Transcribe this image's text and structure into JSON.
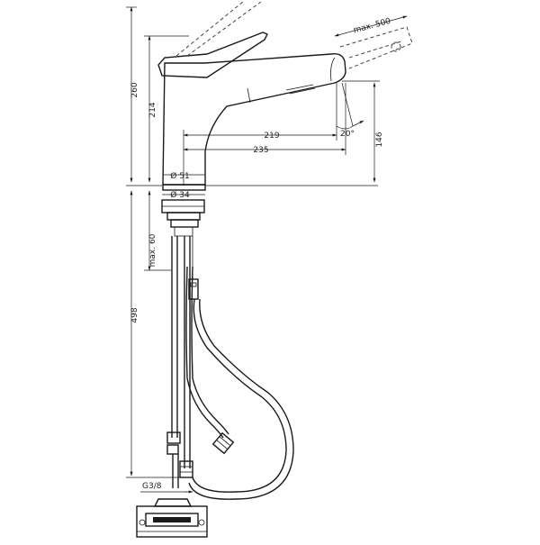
{
  "diagram": {
    "dimensions": {
      "total_height": "260",
      "spout_height": "214",
      "reach_short": "219",
      "reach_long": "235",
      "spray_height": "146",
      "base_diameter": "Ø 51",
      "hole_diameter": "Ø 34",
      "pullout_length": "max. 500",
      "spray_angle": "20°",
      "hose_length": "498",
      "clamp_range": "max. 60",
      "connection_thread": "G3/8"
    }
  }
}
